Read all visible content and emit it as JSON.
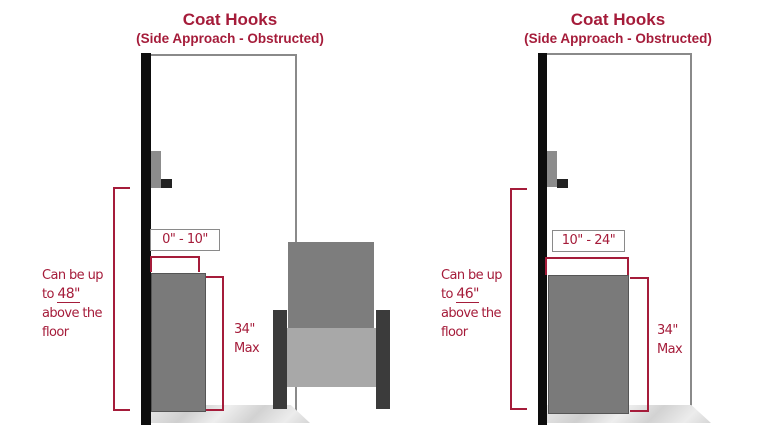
{
  "diagrams": [
    {
      "title": "Coat Hooks",
      "subtitle": "(Side Approach - Obstructed)",
      "reach_range": "0\" - 10\"",
      "height_note": {
        "prefix": "Can be up",
        "to": "to",
        "value": "48\"",
        "suffix1": "above the",
        "suffix2": "floor"
      },
      "obstruction_height": {
        "value": "34\"",
        "label": "Max"
      },
      "has_wheelchair": true
    },
    {
      "title": "Coat Hooks",
      "subtitle": "(Side Approach - Obstructed)",
      "reach_range": "10\" - 24\"",
      "height_note": {
        "prefix": "Can be up",
        "to": "to",
        "value": "46\"",
        "suffix1": "above the",
        "suffix2": "floor"
      },
      "obstruction_height": {
        "value": "34\"",
        "label": "Max"
      },
      "has_wheelchair": false
    }
  ],
  "colors": {
    "accent": "#a51c3a",
    "wall": "#0d0d0d",
    "cabinet": "#7a7a7a",
    "wheel": "#3b3b3b"
  }
}
